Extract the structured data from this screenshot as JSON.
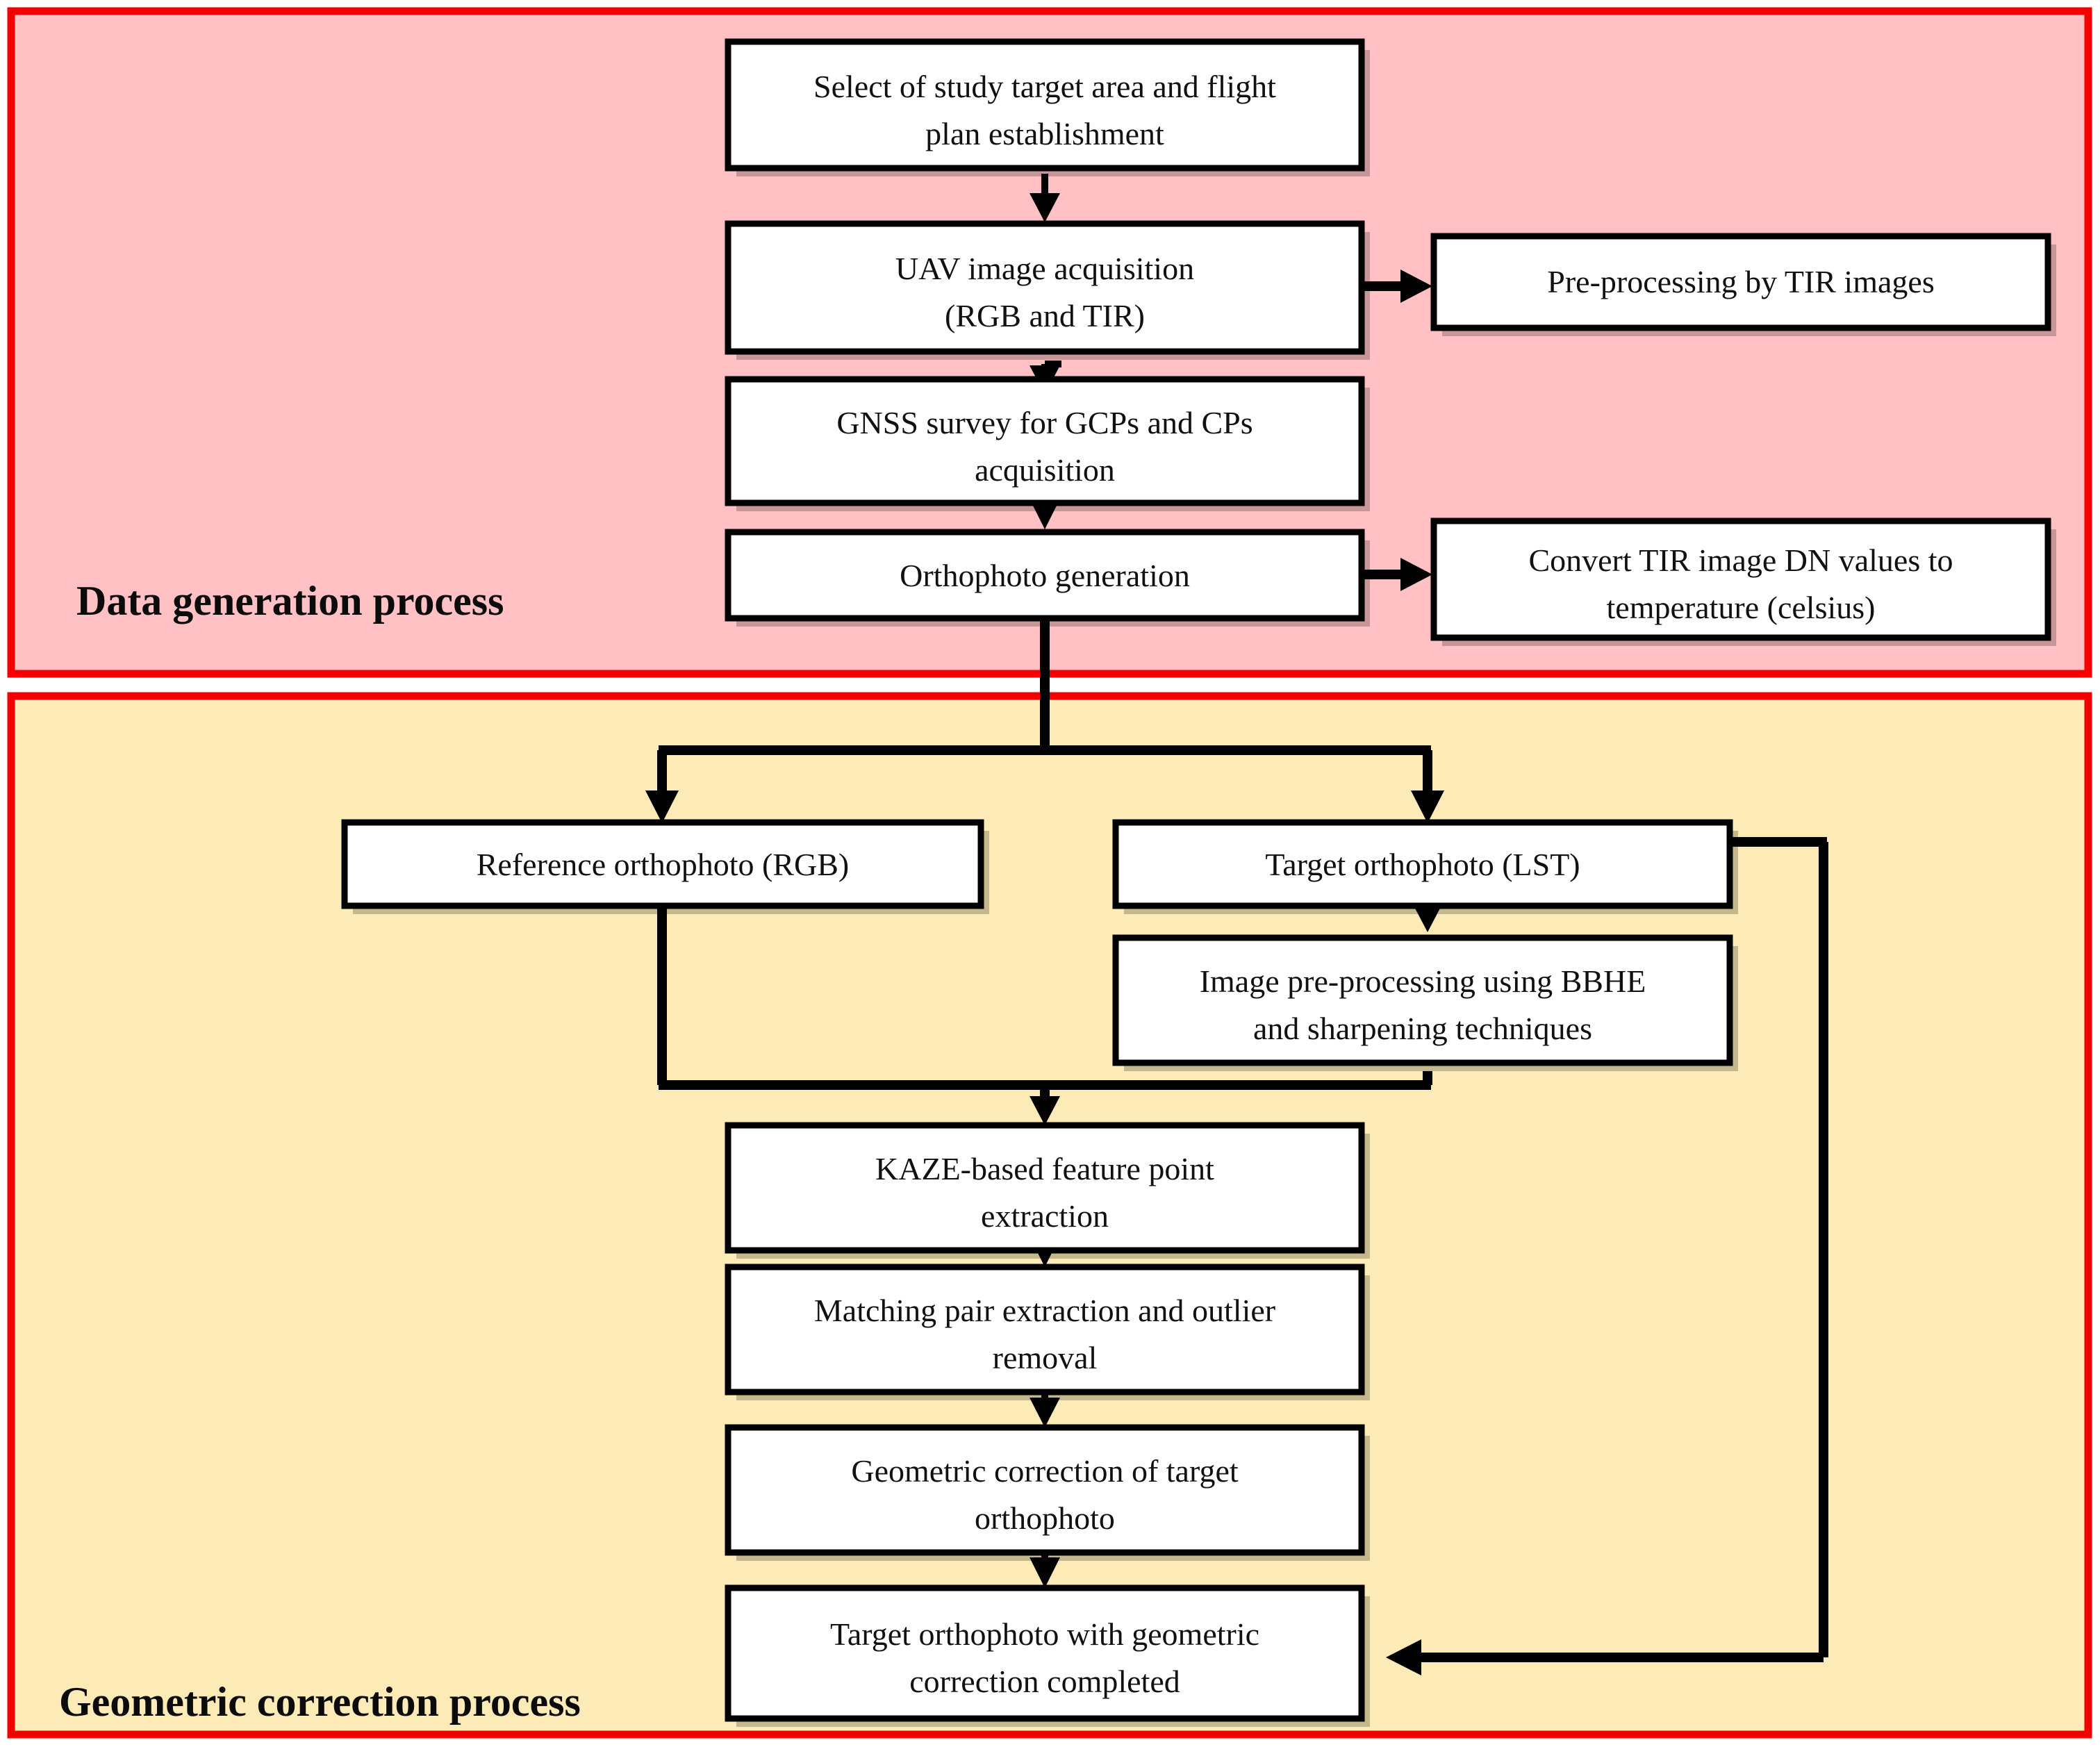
{
  "diagram": {
    "title_semantic": "uav-thermal-orthophoto-geometric-correction-workflow",
    "panels": [
      {
        "id": "data-generation",
        "label": "Data generation process",
        "fill": "#ffc1c3",
        "border": "#f40000"
      },
      {
        "id": "geometric-correction",
        "label": "Geometric correction process",
        "fill": "#fcebb6",
        "border": "#f40000"
      }
    ],
    "nodes": {
      "select_area": {
        "line1": "Select of study target area and flight",
        "line2": "plan establishment"
      },
      "uav_acq": {
        "line1": "UAV image acquisition",
        "line2": "(RGB and TIR)"
      },
      "tir_preproc": {
        "line1": "Pre-processing by TIR images",
        "line2": ""
      },
      "gnss": {
        "line1": "GNSS survey for GCPs and CPs",
        "line2": "acquisition"
      },
      "ortho_gen": {
        "line1": "Orthophoto generation",
        "line2": ""
      },
      "convert_dn": {
        "line1": "Convert TIR image DN values to",
        "line2": "temperature (celsius)"
      },
      "ref_ortho": {
        "line1": "Reference orthophoto (RGB)",
        "line2": ""
      },
      "tgt_ortho": {
        "line1": "Target orthophoto (LST)",
        "line2": ""
      },
      "bbhe": {
        "line1": "Image pre-processing using BBHE",
        "line2": "and sharpening techniques"
      },
      "kaze": {
        "line1": "KAZE-based feature point",
        "line2": "extraction"
      },
      "matching": {
        "line1": "Matching pair extraction and outlier",
        "line2": "removal"
      },
      "geo_corr": {
        "line1": "Geometric correction of target",
        "line2": "orthophoto"
      },
      "final": {
        "line1": "Target orthophoto with geometric",
        "line2": "correction completed"
      }
    }
  }
}
